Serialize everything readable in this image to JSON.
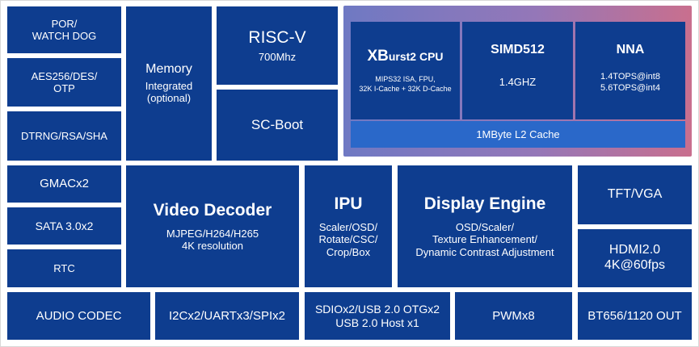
{
  "blocks": {
    "por": "POR/\nWATCH DOG",
    "aes": "AES256/DES/\nOTP",
    "dtrng": "DTRNG/RSA/SHA",
    "memory_title": "Memory",
    "memory_sub": "Integrated\n(optional)",
    "riscv_title": "RISC-V",
    "riscv_sub": "700Mhz",
    "scboot": "SC-Boot",
    "gmac": "GMACx2",
    "sata": "SATA 3.0x2",
    "rtc": "RTC",
    "video_title": "Video Decoder",
    "video_sub": "MJPEG/H264/H265\n4K resolution",
    "ipu_title": "IPU",
    "ipu_sub": "Scaler/OSD/\nRotate/CSC/\nCrop/Box",
    "display_title": "Display Engine",
    "display_sub": "OSD/Scaler/\nTexture Enhancement/\nDynamic Contrast Adjustment",
    "tft": "TFT/VGA",
    "hdmi": "HDMI2.0\n4K@60fps",
    "audio": "AUDIO CODEC",
    "i2c": "I2Cx2/UARTx3/SPIx2",
    "sdio": "SDIOx2/USB 2.0 OTGx2\nUSB 2.0 Host x1",
    "pwm": "PWMx8",
    "bt656": "BT656/1120 OUT"
  },
  "cpu": {
    "xburst_x": "X",
    "xburst_b": "B",
    "xburst_rest": "urst2 CPU",
    "xburst_sub": "MIPS32 ISA, FPU,\n32K I-Cache + 32K D-Cache",
    "simd_title": "SIMD512",
    "simd_sub": "1.4GHZ",
    "nna_title": "NNA",
    "nna_sub": "1.4TOPS@int8\n5.6TOPS@int4",
    "l2": "1MByte L2 Cache"
  },
  "colors": {
    "block": "#0e3d8f",
    "l2_cache": "#2a68c9",
    "gradient_left": "#6f79c3",
    "gradient_right": "#c96f8e"
  }
}
